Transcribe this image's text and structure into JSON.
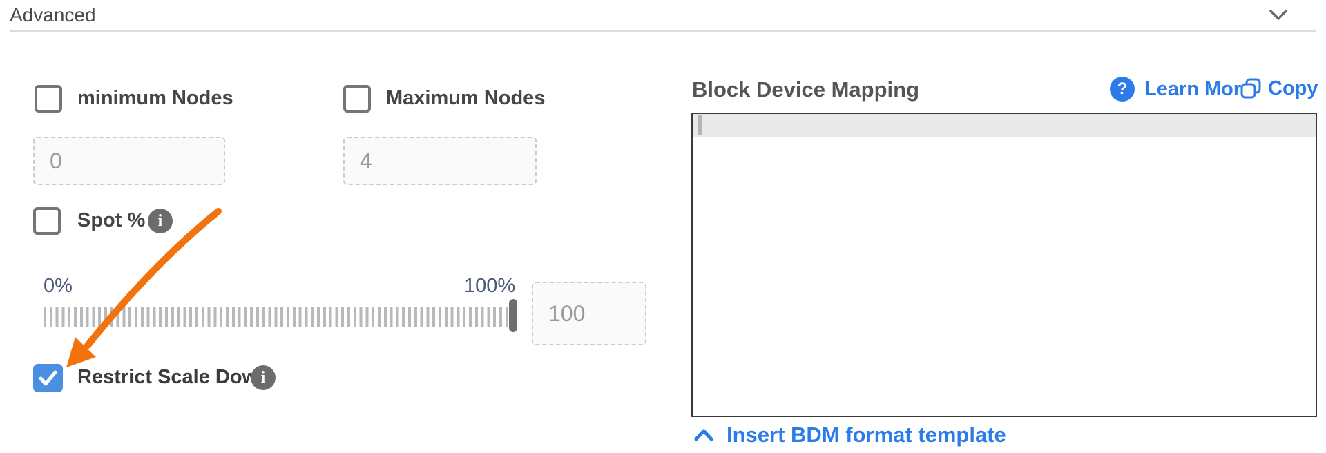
{
  "header": {
    "title": "Advanced",
    "collapse_icon": "chevron-down"
  },
  "advanced_form": {
    "min_nodes": {
      "label": "minimum Nodes",
      "checked": false,
      "value": "0"
    },
    "max_nodes": {
      "label": "Maximum Nodes",
      "checked": false,
      "value": "4"
    },
    "spot_pct": {
      "label": "Spot %",
      "checked": false
    },
    "spot_slider": {
      "min_label": "0%",
      "max_label": "100%",
      "value": "100"
    },
    "restrict_scale_down": {
      "label": "Restrict Scale Down",
      "checked": true
    }
  },
  "block_device_mapping": {
    "title": "Block Device Mapping",
    "learn_more_label": "Learn More",
    "copy_label": "Copy",
    "editor_value": "",
    "insert_template_label": "Insert BDM format template"
  },
  "icons": {
    "info_glyph": "i",
    "help_glyph": "?"
  },
  "colors": {
    "link_blue": "#2b7ce9",
    "checkbox_checked_blue": "#4a90e2",
    "annotation_arrow_orange": "#f2730e",
    "slider_label_slate": "#4a5a78",
    "editor_border": "#3a3a3a"
  }
}
